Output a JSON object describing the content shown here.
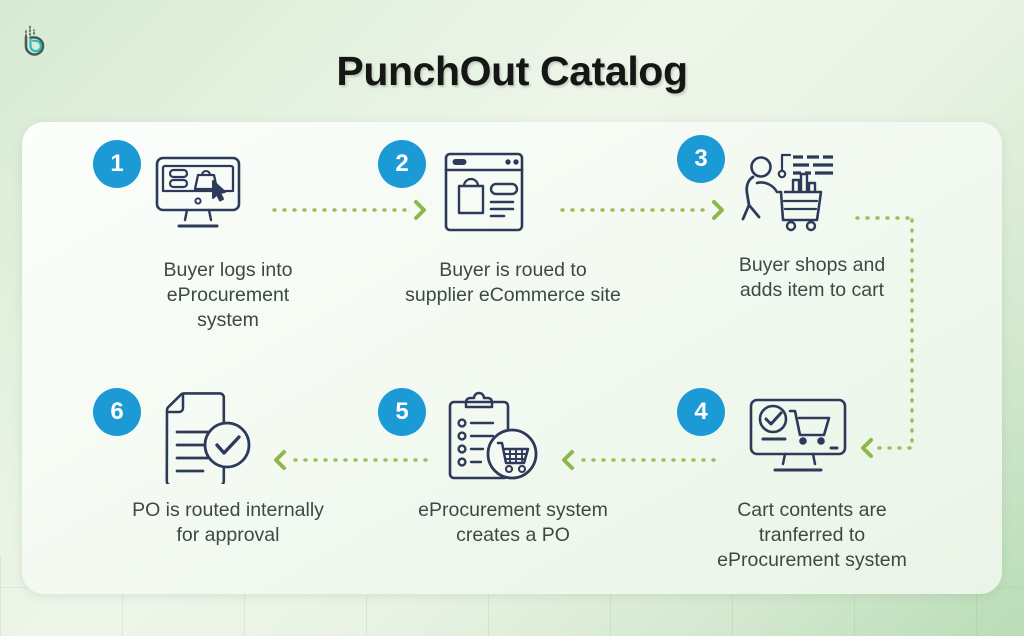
{
  "brand": {
    "logo_name": "brand-logo-b"
  },
  "header": {
    "title": "PunchOut Catalog"
  },
  "colors": {
    "badge_blue": "#1B9AD6",
    "icon_navy": "#2E3A59",
    "arrow_green": "#8FB84A",
    "caption_text": "#3c4a44",
    "card_bg": "#f6fbf4",
    "page_bg": "#dcecd8"
  },
  "steps": [
    {
      "number": "1",
      "caption": "Buyer logs into\neProcurement\nsystem",
      "icon": "monitor-shopping-bag-cursor-icon"
    },
    {
      "number": "2",
      "caption": "Buyer is roued to\nsupplier eCommerce site",
      "icon": "browser-window-shopping-bag-icon"
    },
    {
      "number": "3",
      "caption": "Buyer shops and\nadds item to cart",
      "icon": "person-pushing-shopping-cart-icon"
    },
    {
      "number": "4",
      "caption": "Cart contents are\ntranferred to\neProcurement system",
      "icon": "monitor-cart-checkmark-icon"
    },
    {
      "number": "5",
      "caption": "eProcurement system\ncreates a PO",
      "icon": "clipboard-checklist-cart-icon"
    },
    {
      "number": "6",
      "caption": "PO is routed internally\nfor approval",
      "icon": "document-checkmark-icon"
    }
  ],
  "connectors": [
    {
      "id": "1-to-2",
      "direction": "right",
      "style": "dotted-arrow"
    },
    {
      "id": "2-to-3",
      "direction": "right",
      "style": "dotted-arrow"
    },
    {
      "id": "3-to-4",
      "direction": "down-then-left",
      "style": "dotted-arrow"
    },
    {
      "id": "4-to-5",
      "direction": "left",
      "style": "dotted-arrow"
    },
    {
      "id": "5-to-6",
      "direction": "left",
      "style": "dotted-arrow"
    }
  ]
}
